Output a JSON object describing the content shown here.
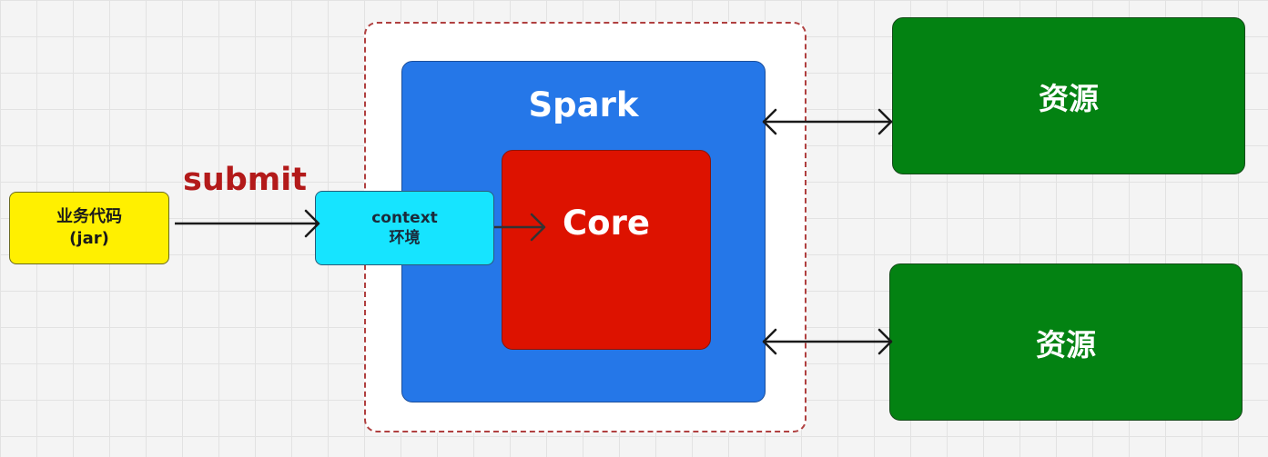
{
  "diagram": {
    "code_box": {
      "line1": "业务代码",
      "line2": "(jar)"
    },
    "submit_label": "submit",
    "context_box": {
      "line1": "context",
      "line2": "环境"
    },
    "spark_label": "Spark",
    "core_label": "Core",
    "resources": [
      {
        "label": "资源"
      },
      {
        "label": "资源"
      }
    ]
  },
  "colors": {
    "code_box": "#fff000",
    "context_box": "#16e4ff",
    "spark_box": "#2577e8",
    "core_box": "#dd1200",
    "resource_box": "#038212",
    "submit_text": "#b31a1a",
    "frame_border": "#b04040"
  }
}
